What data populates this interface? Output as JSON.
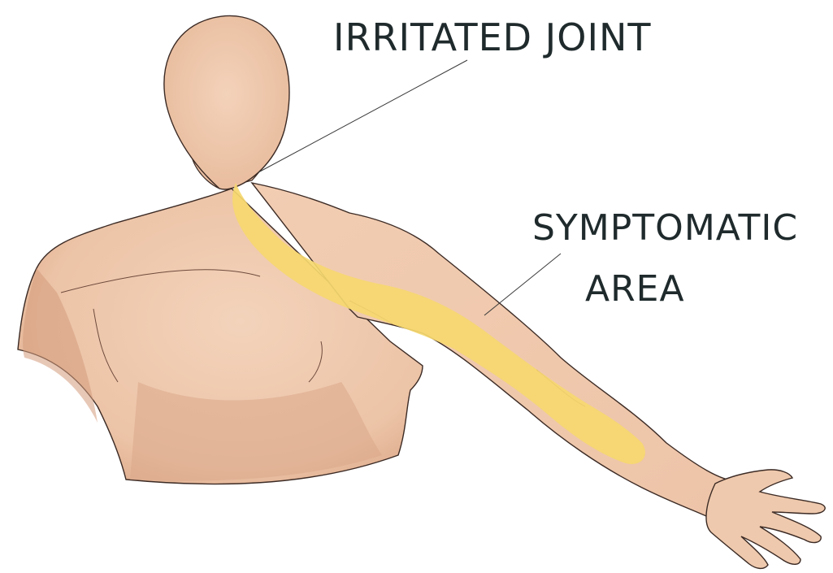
{
  "labels": {
    "irritated_joint": "IRRITATED JOINT",
    "symptomatic_line1": "SYMPTOMATIC",
    "symptomatic_line2": "AREA"
  },
  "colors": {
    "skin": "#f1cdb3",
    "skin_shadow": "#d9a283",
    "outline": "#3b2a24",
    "highlight": "#f6d86f",
    "text": "#1f2a2c"
  }
}
